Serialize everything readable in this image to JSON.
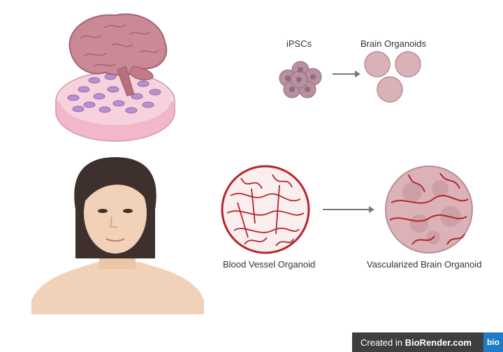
{
  "labels": {
    "ipscs": "iPSCs",
    "brain_organoids": "Brain Organoids",
    "blood_vessel_organoid": "Blood Vessel Organoid",
    "vascularized_brain_organoid": "Vascularized Brain Organoid"
  },
  "footer": {
    "created_in": "Created in",
    "brand": "BioRender.com",
    "logo": "bio"
  },
  "colors": {
    "brain": "#c98a96",
    "dish": "#f6c7d3",
    "cells": "#b591cf",
    "vessel": "#b3262b",
    "skin": "#f1d2b8",
    "hair": "#3e312d",
    "arrow": "#777777"
  },
  "icons": [
    "brain-icon",
    "petri-dish-icon",
    "ipsc-cluster-icon",
    "brain-organoid-icon",
    "person-icon",
    "blood-vessel-organoid-icon",
    "vascularized-organoid-icon",
    "arrow-right-icon"
  ]
}
